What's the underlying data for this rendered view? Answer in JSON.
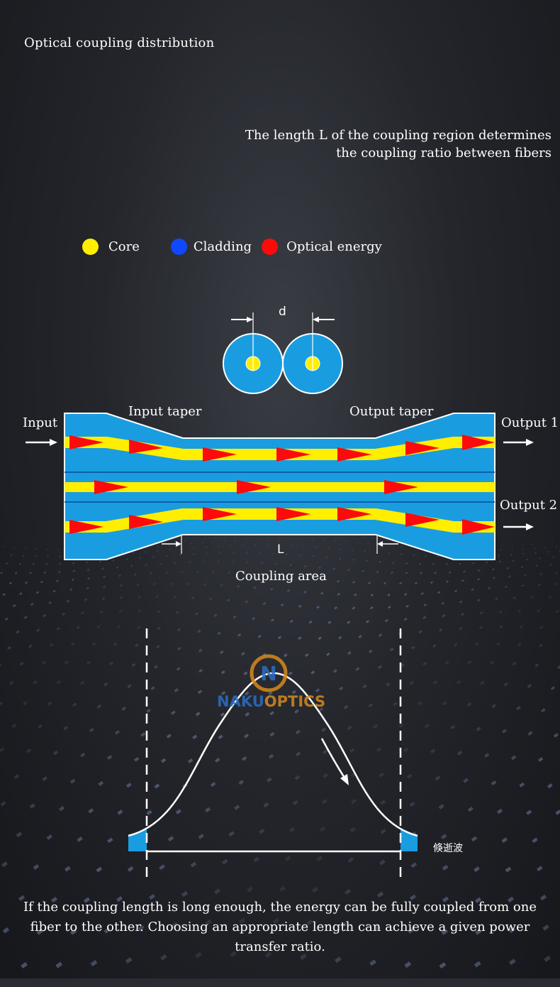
{
  "title": "Optical coupling distribution",
  "subtitle": {
    "line1": "The length L of the coupling region determines",
    "line2": "the coupling ratio between fibers"
  },
  "legend": [
    {
      "label": "Core",
      "color": "#ffee00"
    },
    {
      "label": "Cladding",
      "color": "#1048ff"
    },
    {
      "label": "Optical energy",
      "color": "#ff0a0a"
    }
  ],
  "diagram": {
    "d_label": "d",
    "input_label": "Input",
    "input_taper_label": "Input taper",
    "output_taper_label": "Output taper",
    "output1_label": "Output 1",
    "output2_label": "Output 2",
    "length_label": "L",
    "coupling_area_label": "Coupling area",
    "fiber_color": "#1a9de0",
    "core_color": "#ffee00",
    "energy_color": "#ff0a0a"
  },
  "graph": {
    "evanescent_label": "倏逝波",
    "watermark": "NAKUOPTICS"
  },
  "footer": {
    "line1": "If the coupling length is long enough, the energy can be fully coupled from one",
    "line2": "fiber to the other. Choosing an appropriate length can achieve a given power",
    "line3": "transfer ratio."
  }
}
